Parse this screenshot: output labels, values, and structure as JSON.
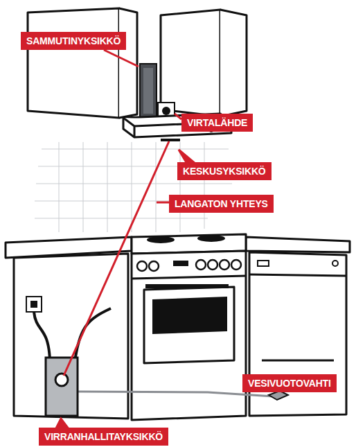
{
  "diagram": {
    "nodes": [
      {
        "text": [
          "SAMMUTINYKSIKKÖ"
        ]
      },
      {
        "text": [
          "VIRTALÄHDE"
        ]
      },
      {
        "text": [
          "KESKUSYKSIKKÖ"
        ]
      },
      {
        "text": [
          "LANGATON YHTEYS"
        ]
      },
      {
        "text": [
          "VESIVUOTOVAHTI"
        ]
      },
      {
        "text": [
          "VIRRANHALLITAYKSIKKÖ"
        ]
      }
    ]
  }
}
